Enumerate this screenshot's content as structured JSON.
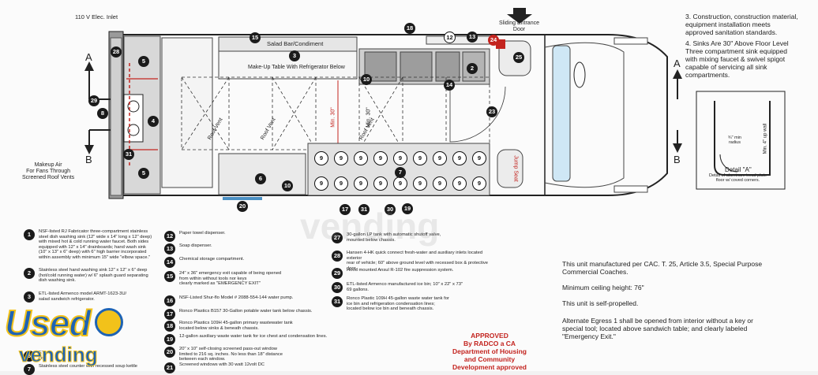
{
  "plan": {
    "inlet_label": "110 V Elec. Inlet",
    "entrance_label": "Sliding Entrance\nDoor",
    "salad_bar_label": "Salad Bar/Condiment",
    "makeup_label": "Make-Up Table With Refrigerator Below",
    "makeup_air_label": "Makeup Air\nFor Fans Through\nScreened Roof Vents",
    "dim_min30": "Min. 30\"",
    "dim_min30_2": "Min. 30\"",
    "roof_vent_labels": [
      "Roof Vent",
      "Roof Vent",
      "Roof Vent"
    ],
    "jump_seat_label": "Jump Seat",
    "section_a": "A",
    "section_b": "B",
    "callouts_top": [
      "15",
      "3",
      "18",
      "12",
      "13",
      "24",
      "25",
      "10",
      "2",
      "14",
      "23",
      "28",
      "5",
      "29",
      "8",
      "4",
      "31",
      "5",
      "6",
      "10",
      "7",
      "20",
      "17",
      "31",
      "30",
      "19"
    ],
    "bay_marks": [
      "9",
      "9",
      "9",
      "9",
      "9",
      "9",
      "9",
      "9",
      "9",
      "9",
      "9",
      "9",
      "9",
      "9",
      "9",
      "9",
      "9",
      "9"
    ]
  },
  "detail": {
    "title": "Detail \"A\"",
    "caption": "Detail of aluminum tread plate\nfloor w/ coved corners.",
    "radius_label": "¾\" min\nradius",
    "height_label": "Min. 4\" up wall"
  },
  "notes_top": [
    {
      "num": "3.",
      "text": "Construction, construction material,\nequipment installation meets\napproved sanitation standards."
    },
    {
      "num": "4.",
      "text": "Sinks Are 30\" Above Floor Level\nThree compartment sink equipped\nwith mixing faucet & swivel spigot\ncapable of servicing all sink\ncompartments."
    }
  ],
  "legend": [
    {
      "num": "1",
      "text": "NSF-listed RJ Fabricator  three-compartment stainless\nsteel dish washing sink (12\" wide x 14\" long x 12\" deep)\nwith mixed hot & cold running water faucet. Both sides\nequipped with 12\" x 14\" drainboards; hand wash sink\n(10\" x 13\" x 6\" deep) with 6\" high barrier incorporated\nwithin assembly with minimum 15\" wide \"elbow space.\""
    },
    {
      "num": "2",
      "text": "Stainless steel hand washing sink 12\" x 12\" x 6\" deep\n(hot/cold running water) w/ 6\" splash guard separating\ndish washing sink."
    },
    {
      "num": "3",
      "text": "ETL-listed Armenco model ARMT-1623-3U/\nsalad sandwich refrigerator."
    },
    {
      "num": "6",
      "text": "ETL-\ncou"
    },
    {
      "num": "7",
      "text": "Stainless steel counter with recessed soup kettle"
    },
    {
      "num": "12",
      "text": "Paper towel dispenser."
    },
    {
      "num": "13",
      "text": "Soap dispenser."
    },
    {
      "num": "14",
      "text": "Chemical storage compartment."
    },
    {
      "num": "15",
      "text": "24\" x 36\" emergency exit capable of being opened\nfrom within without tools nor keys\nclearly marked as \"EMERGENCY EXIT\""
    },
    {
      "num": "16",
      "text": "NSF-Listed Shur-flo Model # 2088-554-144 water pump."
    },
    {
      "num": "17",
      "text": "Ronco Plastics B157 30-Gallon potable water tank below chassis."
    },
    {
      "num": "18",
      "text": "Ronco Plastics 109H 45-gallon primary wastewater tank\nlocated below sinks & beneath chassis."
    },
    {
      "num": "19",
      "text": "12-gallon auxiliary waste water tank for ice chest and condensation lines."
    },
    {
      "num": "20",
      "text": "20\" x 10\" self-closing screened pass-out window\nlimited to 216 sq. inches. No less than 18\" distance\nbetween each window."
    },
    {
      "num": "21",
      "text": "Screened  windows  with 30 watt 12volt  DC"
    },
    {
      "num": "27",
      "text": "30-gallon LP tank with automatic shutoff valve,\nmounted below chassis."
    },
    {
      "num": "28",
      "text": "Hansen 4-HK quick connect fresh-water  and auxiliary inlets located exterior\nrear of vehicle; 60\" above ground level with recessed box & protective door."
    },
    {
      "num": "29",
      "text": "Hood mounted Ansul R-102 fire suppression system."
    },
    {
      "num": "30",
      "text": "ETL-listed Armenco manufactured ice bin; 10\" x 22\" x 73\"\n69 gallons."
    },
    {
      "num": "31",
      "text": "Ronco Plastic 109H 45-gallon waste water tank for\nice bin and refrigeration condensation lines;\nlocated below ice bin and beneath chassis."
    }
  ],
  "right_notes": [
    "This unit manufactured per CAC. T. 25, Article 3.5, Special Purpose\nCommercial Coaches.",
    "Minimum ceiling height: 76\"",
    "This unit is self-propelled.",
    "Alternate Egress 1 shall be opened from interior without a key or\nspecial tool; located above sandwich table; and clearly labeled\n\"Emergency Exit.\""
  ],
  "approval": "APPROVED\nBy RADCO a CA\nDepartment of Housing\nand Community\nDevelopment approved",
  "logo": {
    "word1": "Used",
    "word2": "vending",
    "watermark": "vending"
  },
  "colors": {
    "ink": "#1b1b1b",
    "red": "#c3241f",
    "glass": "#cfe7f5",
    "logo_blue": "#1e63b4",
    "logo_yellow": "#f2c21a"
  }
}
